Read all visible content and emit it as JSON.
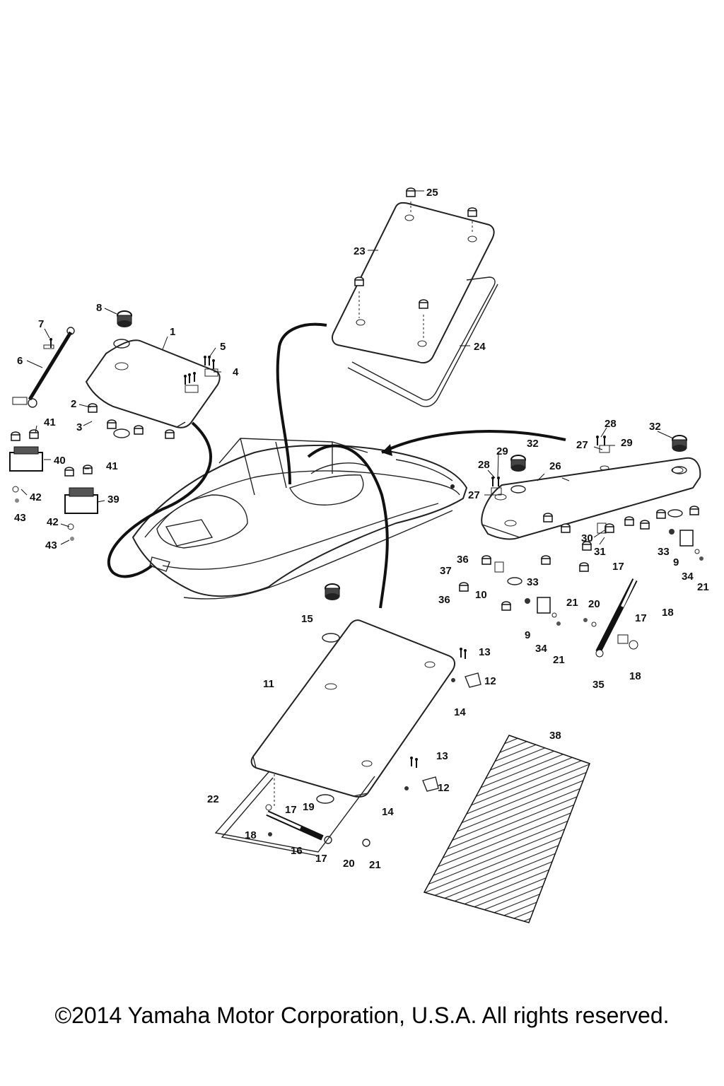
{
  "copyright": "©2014 Yamaha Motor Corporation, U.S.A. All rights reserved.",
  "callouts": [
    {
      "id": "c25",
      "text": "25"
    },
    {
      "id": "c23",
      "text": "23"
    },
    {
      "id": "c24",
      "text": "24"
    },
    {
      "id": "c8",
      "text": "8"
    },
    {
      "id": "c7",
      "text": "7"
    },
    {
      "id": "c1",
      "text": "1"
    },
    {
      "id": "c5",
      "text": "5"
    },
    {
      "id": "c6",
      "text": "6"
    },
    {
      "id": "c4",
      "text": "4"
    },
    {
      "id": "c2",
      "text": "2"
    },
    {
      "id": "c3",
      "text": "3"
    },
    {
      "id": "c41a",
      "text": "41"
    },
    {
      "id": "c40",
      "text": "40"
    },
    {
      "id": "c41b",
      "text": "41"
    },
    {
      "id": "c42a",
      "text": "42"
    },
    {
      "id": "c43a",
      "text": "43"
    },
    {
      "id": "c39",
      "text": "39"
    },
    {
      "id": "c42b",
      "text": "42"
    },
    {
      "id": "c43b",
      "text": "43"
    },
    {
      "id": "c28a",
      "text": "28"
    },
    {
      "id": "c32a",
      "text": "32"
    },
    {
      "id": "c27a",
      "text": "27"
    },
    {
      "id": "c29a",
      "text": "29"
    },
    {
      "id": "c32b",
      "text": "32"
    },
    {
      "id": "c29b",
      "text": "29"
    },
    {
      "id": "c26",
      "text": "26"
    },
    {
      "id": "c28b",
      "text": "28"
    },
    {
      "id": "c27b",
      "text": "27"
    },
    {
      "id": "c30",
      "text": "30"
    },
    {
      "id": "c31",
      "text": "31"
    },
    {
      "id": "c33a",
      "text": "33"
    },
    {
      "id": "c9a",
      "text": "9"
    },
    {
      "id": "c34a",
      "text": "34"
    },
    {
      "id": "c21a",
      "text": "21"
    },
    {
      "id": "c36a",
      "text": "36"
    },
    {
      "id": "c37",
      "text": "37"
    },
    {
      "id": "c10",
      "text": "10"
    },
    {
      "id": "c36b",
      "text": "36"
    },
    {
      "id": "c17a",
      "text": "17"
    },
    {
      "id": "c18a",
      "text": "18"
    },
    {
      "id": "c33b",
      "text": "33"
    },
    {
      "id": "c21b",
      "text": "21"
    },
    {
      "id": "c20a",
      "text": "20"
    },
    {
      "id": "c9b",
      "text": "9"
    },
    {
      "id": "c34b",
      "text": "34"
    },
    {
      "id": "c21c",
      "text": "21"
    },
    {
      "id": "c17b",
      "text": "17"
    },
    {
      "id": "c18b",
      "text": "18"
    },
    {
      "id": "c35",
      "text": "35"
    },
    {
      "id": "c15",
      "text": "15"
    },
    {
      "id": "c13a",
      "text": "13"
    },
    {
      "id": "c12a",
      "text": "12"
    },
    {
      "id": "c14a",
      "text": "14"
    },
    {
      "id": "c11",
      "text": "11"
    },
    {
      "id": "c38",
      "text": "38"
    },
    {
      "id": "c13b",
      "text": "13"
    },
    {
      "id": "c12b",
      "text": "12"
    },
    {
      "id": "c14b",
      "text": "14"
    },
    {
      "id": "c22",
      "text": "22"
    },
    {
      "id": "c17c",
      "text": "17"
    },
    {
      "id": "c19",
      "text": "19"
    },
    {
      "id": "c18c",
      "text": "18"
    },
    {
      "id": "c16",
      "text": "16"
    },
    {
      "id": "c17d",
      "text": "17"
    },
    {
      "id": "c20b",
      "text": "20"
    },
    {
      "id": "c21d",
      "text": "21"
    }
  ]
}
